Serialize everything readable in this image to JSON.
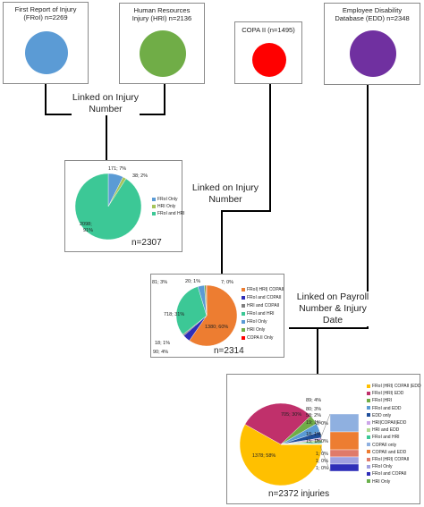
{
  "sources": {
    "froi": {
      "title": "First Report of Injury (FRoI) n=2269",
      "color": "#5b9bd5"
    },
    "hri": {
      "title": "Human Resources Injury (HRI) n=2136",
      "color": "#70ad47"
    },
    "copa": {
      "title": "COPA II (n=1495)",
      "color": "#ff0000"
    },
    "edd": {
      "title": "Employee Disability Database (EDD) n=2348",
      "color": "#7030a0"
    }
  },
  "connectors": {
    "link1": "Linked on Injury Number",
    "link2": "Linked on Injury Number",
    "link3": "Linked on Payroll Number & Injury Date"
  },
  "stage1": {
    "n_label": "n=2307",
    "slices": [
      {
        "name": "FRoI Only",
        "label": "171; 7%",
        "value": 171,
        "color": "#5b9bd5"
      },
      {
        "name": "HRI Only",
        "label": "38; 2%",
        "value": 38,
        "color": "#a5c45a"
      },
      {
        "name": "FRoI and HRI",
        "label": "2098; 91%",
        "value": 2098,
        "color": "#3cc896"
      }
    ]
  },
  "stage2": {
    "n_label": "n=2314",
    "slices": [
      {
        "name": "FRoI| HRI| COPAII",
        "label": "1380; 60%",
        "value": 1380,
        "color": "#ed7d31"
      },
      {
        "name": "FRoI and COPAII",
        "label": "90; 4%",
        "value": 90,
        "color": "#2e2eb8"
      },
      {
        "name": "HRI and COPAII",
        "label": "18; 1%",
        "value": 18,
        "color": "#7f7f7f"
      },
      {
        "name": "FRoI and HRI",
        "label": "718; 31%",
        "value": 718,
        "color": "#3cc896"
      },
      {
        "name": "FRoI Only",
        "label": "81; 3%",
        "value": 81,
        "color": "#5b9bd5"
      },
      {
        "name": "HRI Only",
        "label": "20; 1%",
        "value": 20,
        "color": "#70ad47"
      },
      {
        "name": "COPA II Only",
        "label": "7; 0%",
        "value": 7,
        "color": "#ff0000"
      }
    ]
  },
  "stage3": {
    "n_label": "n=2372 injuries",
    "slices": [
      {
        "name": "FRoI |HRI| COPAII |EDD",
        "label": "1378; 58%",
        "value": 1378,
        "color": "#ffc000"
      },
      {
        "name": "FRoI |HRI| EDD",
        "label": "705; 30%",
        "value": 705,
        "color": "#c0306b"
      },
      {
        "name": "FRoI |HRI",
        "label": "89; 4%",
        "value": 89,
        "color": "#70ad47"
      },
      {
        "name": "FRoI and EDD",
        "label": "80; 3%",
        "value": 80,
        "color": "#5b9bd5"
      },
      {
        "name": "EDD only",
        "label": "58; 2%",
        "value": 58,
        "color": "#1f4e9a"
      },
      {
        "name": "HRI|COPAII|EDD",
        "label": "19; 1%",
        "value": 19,
        "color": "#cca6e8"
      },
      {
        "name": "HRI and EDD",
        "label": "18; 1%",
        "value": 18,
        "color": "#b0d890"
      },
      {
        "name": "FRoI and HRI",
        "label": "15; 1%",
        "value": 15,
        "color": "#3cc896"
      },
      {
        "name": "COPAII only",
        "label": "3; 0%",
        "value": 3,
        "color": "#8fb0e0"
      },
      {
        "name": "COPAII and EDD",
        "label": "2; 0%",
        "value": 2,
        "color": "#ed7d31"
      },
      {
        "name": "FRoI |HRI| COPAII",
        "label": "1; 0%",
        "value": 1,
        "color": "#e07a6a"
      },
      {
        "name": "FRoI Only",
        "label": "1; 0%",
        "value": 1,
        "color": "#a0a0e0"
      },
      {
        "name": "FRoI and COPAII",
        "label": "1; 0%",
        "value": 1,
        "color": "#2e2eb8"
      },
      {
        "name": "HRI Only",
        "label": "1; 0%",
        "value": 1,
        "color": "#6ab04c"
      }
    ]
  }
}
